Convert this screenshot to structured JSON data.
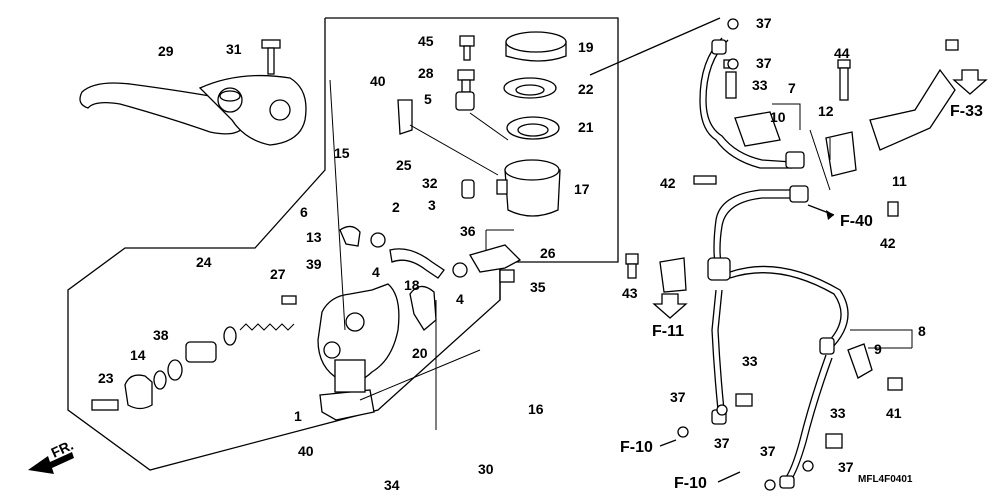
{
  "diagram_code": "MFL4F0401",
  "front_label": "FR.",
  "callouts": {
    "p1": "1",
    "p2": "2",
    "p3": "3",
    "p4a": "4",
    "p4b": "4",
    "p5": "5",
    "p6": "6",
    "p7": "7",
    "p8": "8",
    "p9": "9",
    "p10": "10",
    "p11": "11",
    "p12": "12",
    "p13": "13",
    "p14": "14",
    "p15": "15",
    "p16": "16",
    "p17": "17",
    "p18": "18",
    "p19": "19",
    "p20": "20",
    "p21": "21",
    "p22": "22",
    "p23": "23",
    "p24": "24",
    "p25": "25",
    "p26": "26",
    "p27": "27",
    "p28": "28",
    "p29": "29",
    "p30": "30",
    "p31": "31",
    "p32": "32",
    "p33a": "33",
    "p33b": "33",
    "p33c": "33",
    "p34": "34",
    "p35": "35",
    "p36": "36",
    "p37a": "37",
    "p37b": "37",
    "p37c": "37",
    "p37d": "37",
    "p37e": "37",
    "p37f": "37",
    "p38": "38",
    "p39": "39",
    "p40a": "40",
    "p40b": "40",
    "p41": "41",
    "p42a": "42",
    "p42b": "42",
    "p43": "43",
    "p44": "44",
    "p45": "45"
  },
  "refs": {
    "f33": "F-33",
    "f40": "F-40",
    "f11": "F-11",
    "f10a": "F-10",
    "f10b": "F-10"
  }
}
